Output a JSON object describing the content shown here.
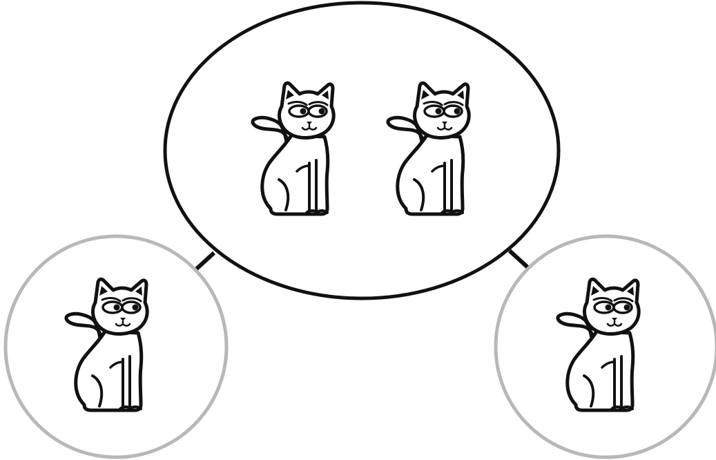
{
  "diagram": {
    "type": "split",
    "parent": {
      "cat_count": 2
    },
    "children": [
      {
        "cat_count": 1
      },
      {
        "cat_count": 1
      }
    ],
    "colors": {
      "line": "#111111",
      "child_ring": "#b8b8b8",
      "fill": "#ffffff"
    },
    "icons": [
      "cat-icon",
      "arrow-icon"
    ]
  }
}
